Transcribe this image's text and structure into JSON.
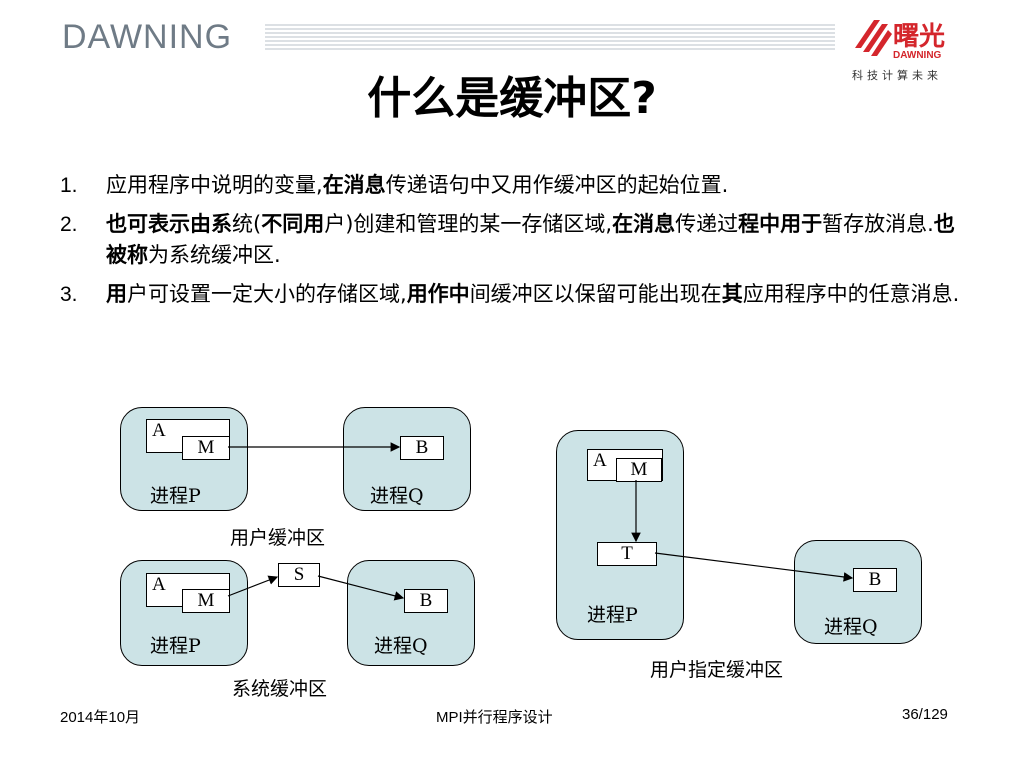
{
  "header": {
    "logo_text": "DAWNING",
    "brand_cn": "曙光",
    "brand_en": "DAWNING",
    "slogan": "科技计算未来",
    "brand_color": "#d4262c"
  },
  "title": "什么是缓冲区?",
  "items": [
    {
      "num": "1.",
      "parts": [
        "应用程序中说明的变量,",
        "在消息",
        "传递语句中又用作缓冲区的起始位置."
      ]
    },
    {
      "num": "2.",
      "parts": [
        "也可表示由系",
        "统(",
        "不同用",
        "户)创建和管理的某一存储区域,",
        "在消息",
        "传递过",
        "程中用于",
        "暂存放消息.",
        "也被称",
        "为系统缓冲区."
      ]
    },
    {
      "num": "3.",
      "parts": [
        "用",
        "户可设置一定大小的存储区域,",
        "用作中",
        "间缓冲区以保留可能出现在",
        "其",
        "应用程序中的任意消息."
      ]
    }
  ],
  "diagrams": {
    "user_buffer": {
      "p": {
        "label": "进程P",
        "a": "A",
        "m": "M"
      },
      "q": {
        "label": "进程Q",
        "b": "B"
      },
      "caption": "用户缓冲区"
    },
    "system_buffer": {
      "p": {
        "label": "进程P",
        "a": "A",
        "m": "M"
      },
      "s": "S",
      "q": {
        "label": "进程Q",
        "b": "B"
      },
      "caption": "系统缓冲区"
    },
    "user_specified": {
      "p": {
        "label": "进程P",
        "a": "A",
        "m": "M"
      },
      "t": "T",
      "q": {
        "label": "进程Q",
        "b": "B"
      },
      "caption": "用户指定缓冲区"
    },
    "process_fill": "#cce3e6"
  },
  "footer": {
    "date": "2014年10月",
    "course": "MPI并行程序设计",
    "page": "36/129"
  }
}
